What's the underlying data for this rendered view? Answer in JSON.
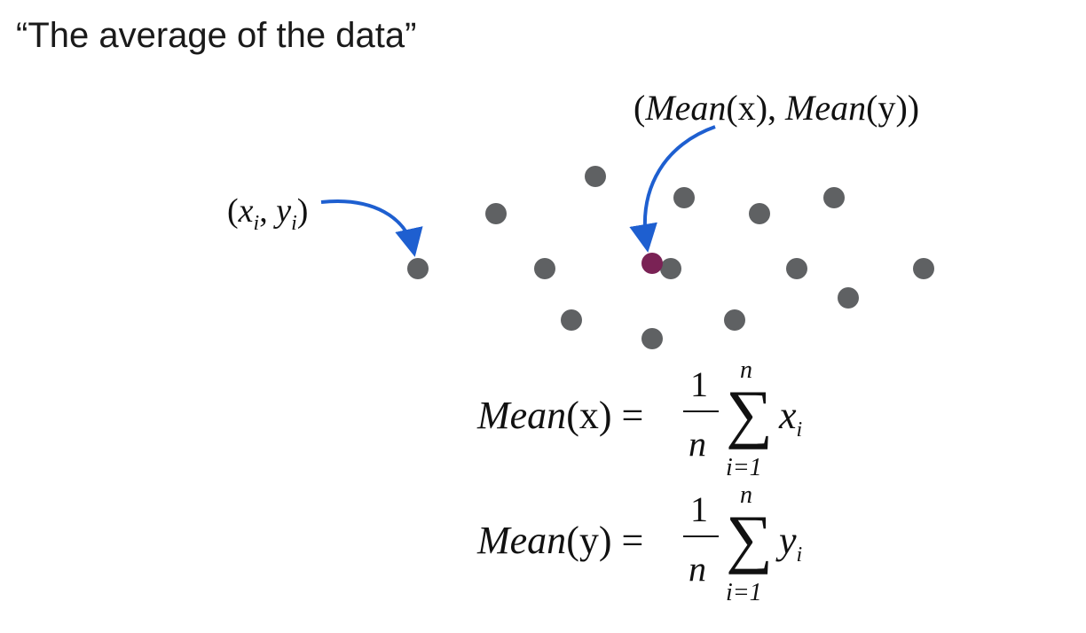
{
  "title": "“The average of the data”",
  "labels": {
    "point": {
      "open": "(",
      "x": "x",
      "sub1": "i",
      "comma": ", ",
      "y": "y",
      "sub2": "i",
      "close": ")"
    },
    "mean": {
      "open": "(",
      "fn1": "Mean",
      "arg1": "(x)",
      "comma": ", ",
      "fn2": "Mean",
      "arg2": "(y)",
      "close": ")"
    }
  },
  "equations": {
    "mean_x": {
      "lhs_fn": "Mean",
      "lhs_arg": "(x)",
      "equals": "=",
      "num": "1",
      "den": "n",
      "sum": "∑",
      "upper": "n",
      "lower": "i=1",
      "term": "x",
      "term_sub": "i"
    },
    "mean_y": {
      "lhs_fn": "Mean",
      "lhs_arg": "(y)",
      "equals": "=",
      "num": "1",
      "den": "n",
      "sum": "∑",
      "upper": "n",
      "lower": "i=1",
      "term": "y",
      "term_sub": "i"
    }
  },
  "colors": {
    "point": "#5f6163",
    "mean_point": "#7a2255",
    "arrow": "#1e5fd0"
  }
}
